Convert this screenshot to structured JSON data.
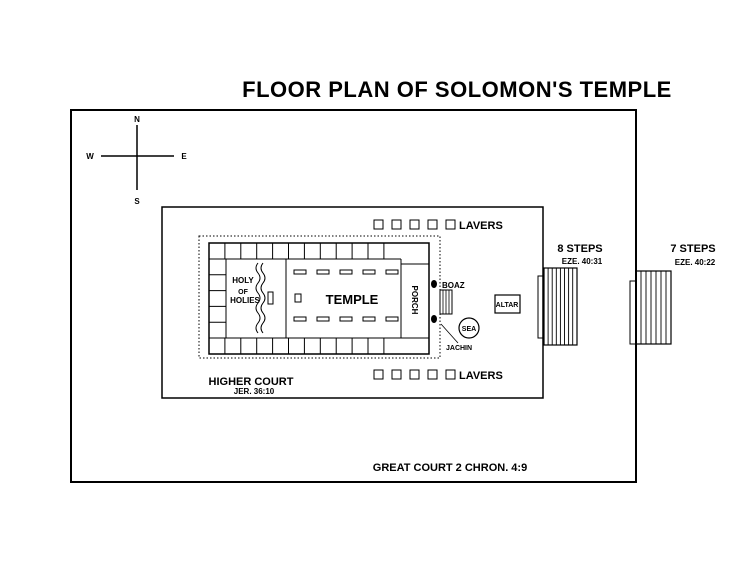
{
  "title": "FLOOR PLAN OF SOLOMON'S TEMPLE",
  "compass": {
    "north": "N",
    "south": "S",
    "east": "E",
    "west": "W"
  },
  "labels": {
    "lavers_top": "LAVERS",
    "lavers_bottom": "LAVERS",
    "holy_line1": "HOLY",
    "holy_line2": "OF",
    "holy_line3": "HOLIES",
    "temple": "TEMPLE",
    "porch": "PORCH",
    "boaz": "BOAZ",
    "jachin": "JACHIN",
    "sea": "SEA",
    "altar": "ALTAR",
    "steps8": "8 STEPS",
    "steps8_ref": "EZE. 40:31",
    "steps7": "7 STEPS",
    "steps7_ref": "EZE. 40:22",
    "higher_court": "HIGHER COURT",
    "higher_court_ref": "JER. 36:10",
    "great_court": "GREAT COURT  2 CHRON. 4:9"
  }
}
